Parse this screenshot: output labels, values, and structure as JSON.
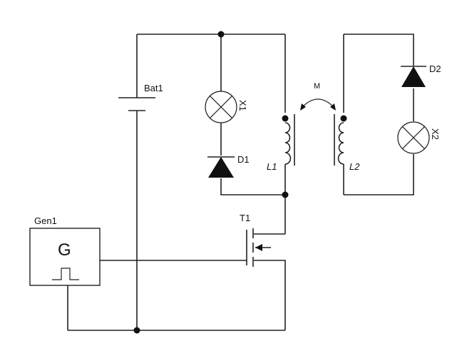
{
  "labels": {
    "bat1": "Bat1",
    "x1": "X1",
    "d1": "D1",
    "l1": "L1",
    "mutual": "M",
    "l2": "L2",
    "d2": "D2",
    "x2": "X2",
    "t1": "T1",
    "gen1": "Gen1",
    "gen_symbol": "G"
  },
  "icons": {
    "battery": "battery-icon",
    "lamp": "lamp-icon",
    "diode": "diode-icon",
    "inductor": "inductor-icon",
    "mosfet": "mosfet-icon",
    "generator": "pulse-generator-icon",
    "junction": "junction-dot-icon"
  },
  "colors": {
    "stroke": "#222222",
    "background": "#ffffff"
  }
}
